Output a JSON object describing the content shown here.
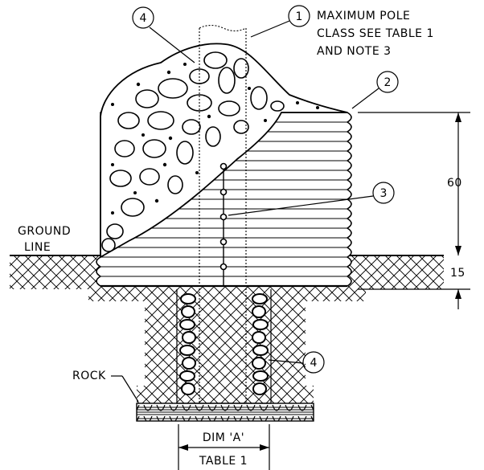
{
  "callouts": [
    {
      "number": "1",
      "text_lines": [
        "MAXIMUM POLE",
        "CLASS SEE TABLE 1",
        "AND NOTE 3"
      ]
    },
    {
      "number": "2",
      "text_lines": []
    },
    {
      "number": "3",
      "text_lines": []
    },
    {
      "number": "4",
      "text_lines": []
    },
    {
      "number": "4",
      "text_lines": []
    }
  ],
  "labels": {
    "ground_line_1": "GROUND",
    "ground_line_2": "LINE",
    "rock": "ROCK",
    "dim_a": "DIM 'A'",
    "table_1": "TABLE 1"
  },
  "dimensions": {
    "upper": "60",
    "lower": "15"
  }
}
